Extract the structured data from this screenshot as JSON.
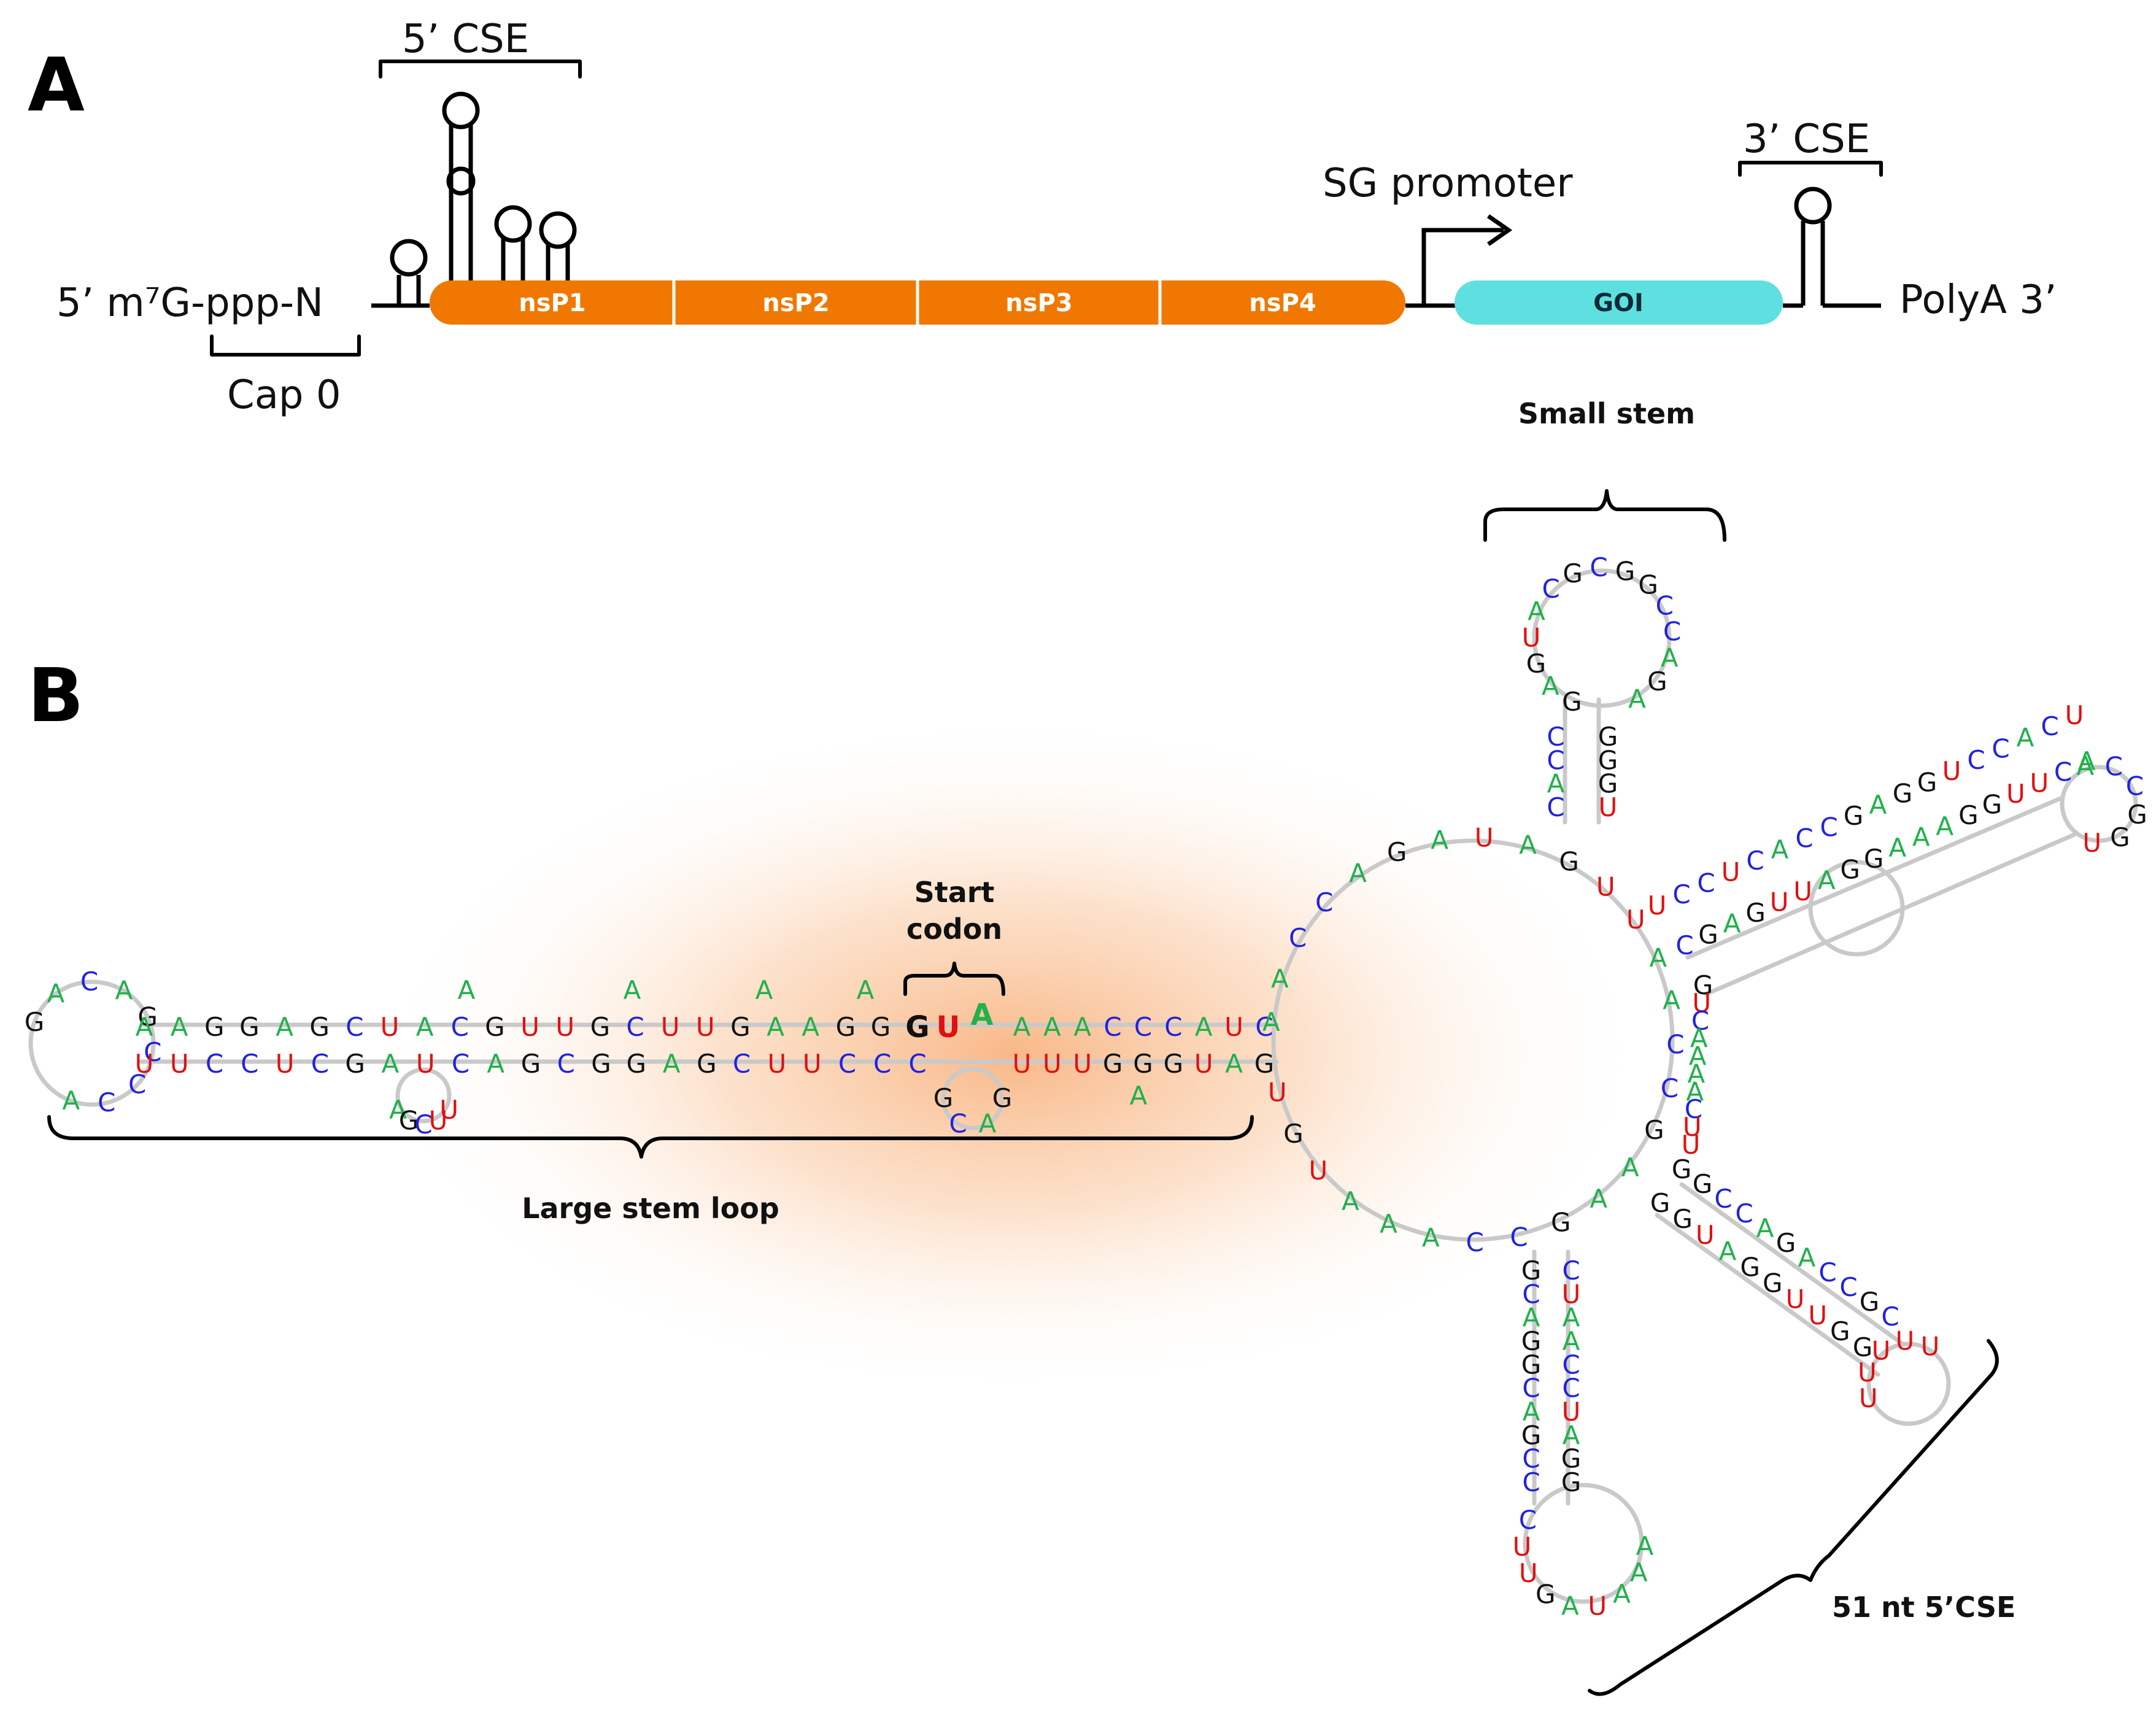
{
  "panels": {
    "a": "A",
    "b": "B"
  },
  "genome": {
    "five_prime": "5’ m⁷G-ppp-N",
    "cap": "Cap 0",
    "cse5": "5’ CSE",
    "cse3": "3’ CSE",
    "promoter": "SG promoter",
    "polya": "PolyA 3’",
    "genes": [
      "nsP1",
      "nsP2",
      "nsP3",
      "nsP4"
    ],
    "goi": "GOI"
  },
  "labels": {
    "small_stem": "Small stem",
    "start_codon_1": "Start",
    "start_codon_2": "codon",
    "large_stem": "Large stem loop",
    "cse51": "51 nt 5’CSE"
  },
  "colors": {
    "A": "#22b14c",
    "C": "#2222dd",
    "G": "#111111",
    "U": "#e01010",
    "nsp": "#f07800",
    "goi": "#5ee0e0"
  },
  "rna": {
    "loop_left": [
      "G",
      "A",
      "C",
      "A",
      "G",
      "C",
      "C",
      "C",
      "A"
    ],
    "stem_top": [
      "A",
      "A",
      "G",
      "G",
      "A",
      "G",
      "C",
      "U",
      "A",
      "C",
      "G",
      "U",
      "U",
      "G",
      "C",
      "U",
      "U",
      "G",
      "A",
      "A",
      "G",
      "G"
    ],
    "stem_bottom": [
      "U",
      "U",
      "C",
      "C",
      "U",
      "C",
      "G",
      "A",
      "U",
      "C",
      "A",
      "G",
      "C",
      "G",
      "G",
      "A",
      "G",
      "C",
      "U",
      "U",
      "C",
      "C",
      "C"
    ],
    "bulges_top": [
      "A",
      "A",
      "A",
      "A"
    ],
    "bulge_bottom": [
      "A",
      "G",
      "C",
      "U",
      "U"
    ],
    "start_codon": [
      "G",
      "U",
      "A"
    ],
    "inner_loop": [
      "G",
      "C",
      "A",
      "G"
    ],
    "stem2_top": [
      "A",
      "A",
      "A",
      "C",
      "C",
      "C",
      "A",
      "U",
      "C"
    ],
    "stem2_bottom": [
      "U",
      "U",
      "U",
      "G",
      "G",
      "G",
      "U",
      "A",
      "G"
    ],
    "stem2_bulge": [
      "A"
    ],
    "central_loop": [
      "A",
      "A",
      "C",
      "C",
      "A",
      "G",
      "A",
      "U",
      "A",
      "G",
      "U",
      "U",
      "A",
      "A",
      "C",
      "C",
      "G",
      "A",
      "A",
      "G",
      "C",
      "C",
      "A",
      "A",
      "A",
      "U",
      "G",
      "U"
    ],
    "small_stem_loop": [
      "G",
      "A",
      "G",
      "U",
      "A",
      "C",
      "G",
      "C",
      "G",
      "G",
      "C",
      "C",
      "A",
      "G",
      "A"
    ],
    "small_stem_pairs_l": [
      "C",
      "C",
      "A",
      "C"
    ],
    "small_stem_pairs_r": [
      "G",
      "G",
      "G",
      "U"
    ],
    "arm_ne_5": [
      "U",
      "C",
      "C",
      "U",
      "C",
      "A",
      "C",
      "C",
      "G",
      "A",
      "G",
      "G",
      "U",
      "C",
      "C",
      "A",
      "C",
      "U"
    ],
    "arm_ne_3": [
      "C",
      "G",
      "A",
      "G",
      "U",
      "U",
      "A",
      "G",
      "G",
      "A",
      "A",
      "A",
      "G",
      "G",
      "U",
      "U",
      "C",
      "A"
    ],
    "arm_ne_loop": [
      "A",
      "C",
      "C",
      "G",
      "G",
      "U"
    ],
    "arm_e": [
      "G",
      "U",
      "C",
      "A",
      "A",
      "A",
      "A",
      "C",
      "U",
      "U"
    ],
    "arm_se_5": [
      "G",
      "G",
      "C",
      "C",
      "A",
      "G",
      "A",
      "C",
      "C",
      "G",
      "C"
    ],
    "arm_se_3": [
      "G",
      "G",
      "U",
      "A",
      "G",
      "G",
      "U",
      "U",
      "G",
      "G"
    ],
    "arm_se_loop": [
      "U",
      "U",
      "U",
      "U",
      "U"
    ],
    "arm_s_5": [
      "G",
      "C",
      "A",
      "G",
      "G",
      "C",
      "A",
      "G",
      "C",
      "C"
    ],
    "arm_s_3": [
      "C",
      "U",
      "A",
      "A",
      "C",
      "C",
      "U",
      "A",
      "G",
      "G"
    ],
    "arm_s_loop": [
      "C",
      "U",
      "U",
      "G",
      "A",
      "U",
      "A",
      "A",
      "A"
    ]
  }
}
